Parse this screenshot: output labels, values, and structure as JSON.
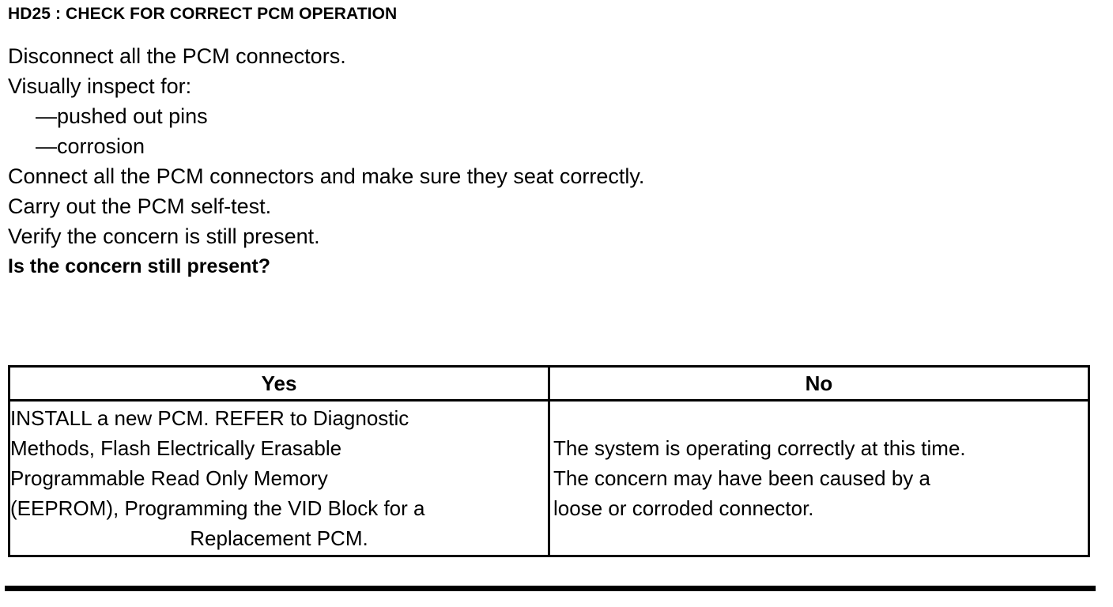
{
  "document": {
    "step_title": "HD25 : CHECK FOR CORRECT PCM OPERATION",
    "procedure": [
      {
        "text": "Disconnect all the PCM connectors.",
        "style": "normal"
      },
      {
        "text": "Visually inspect for:",
        "style": "normal"
      },
      {
        "text": "—pushed out pins",
        "style": "sub"
      },
      {
        "text": "—corrosion",
        "style": "sub"
      },
      {
        "text": "Connect all the PCM connectors and make sure they seat correctly.",
        "style": "normal"
      },
      {
        "text": "Carry out the PCM self-test.",
        "style": "normal"
      },
      {
        "text": "Verify the concern is still present.",
        "style": "normal"
      },
      {
        "text": "Is the concern still present?",
        "style": "bold"
      }
    ],
    "answer_table": {
      "headers": [
        "Yes",
        "No"
      ],
      "yes_cell": {
        "lines": [
          "INSTALL a new PCM. REFER to Diagnostic",
          "Methods, Flash Electrically Erasable",
          "Programmable Read Only Memory",
          "(EEPROM), Programming the VID Block for a"
        ],
        "last_line": "Replacement PCM."
      },
      "no_cell": {
        "lines": [
          "The system is operating correctly at this time.",
          "The concern may have been caused by a",
          "loose or corroded connector."
        ]
      }
    },
    "colors": {
      "text": "#000000",
      "background": "#ffffff",
      "rule": "#000000"
    }
  }
}
